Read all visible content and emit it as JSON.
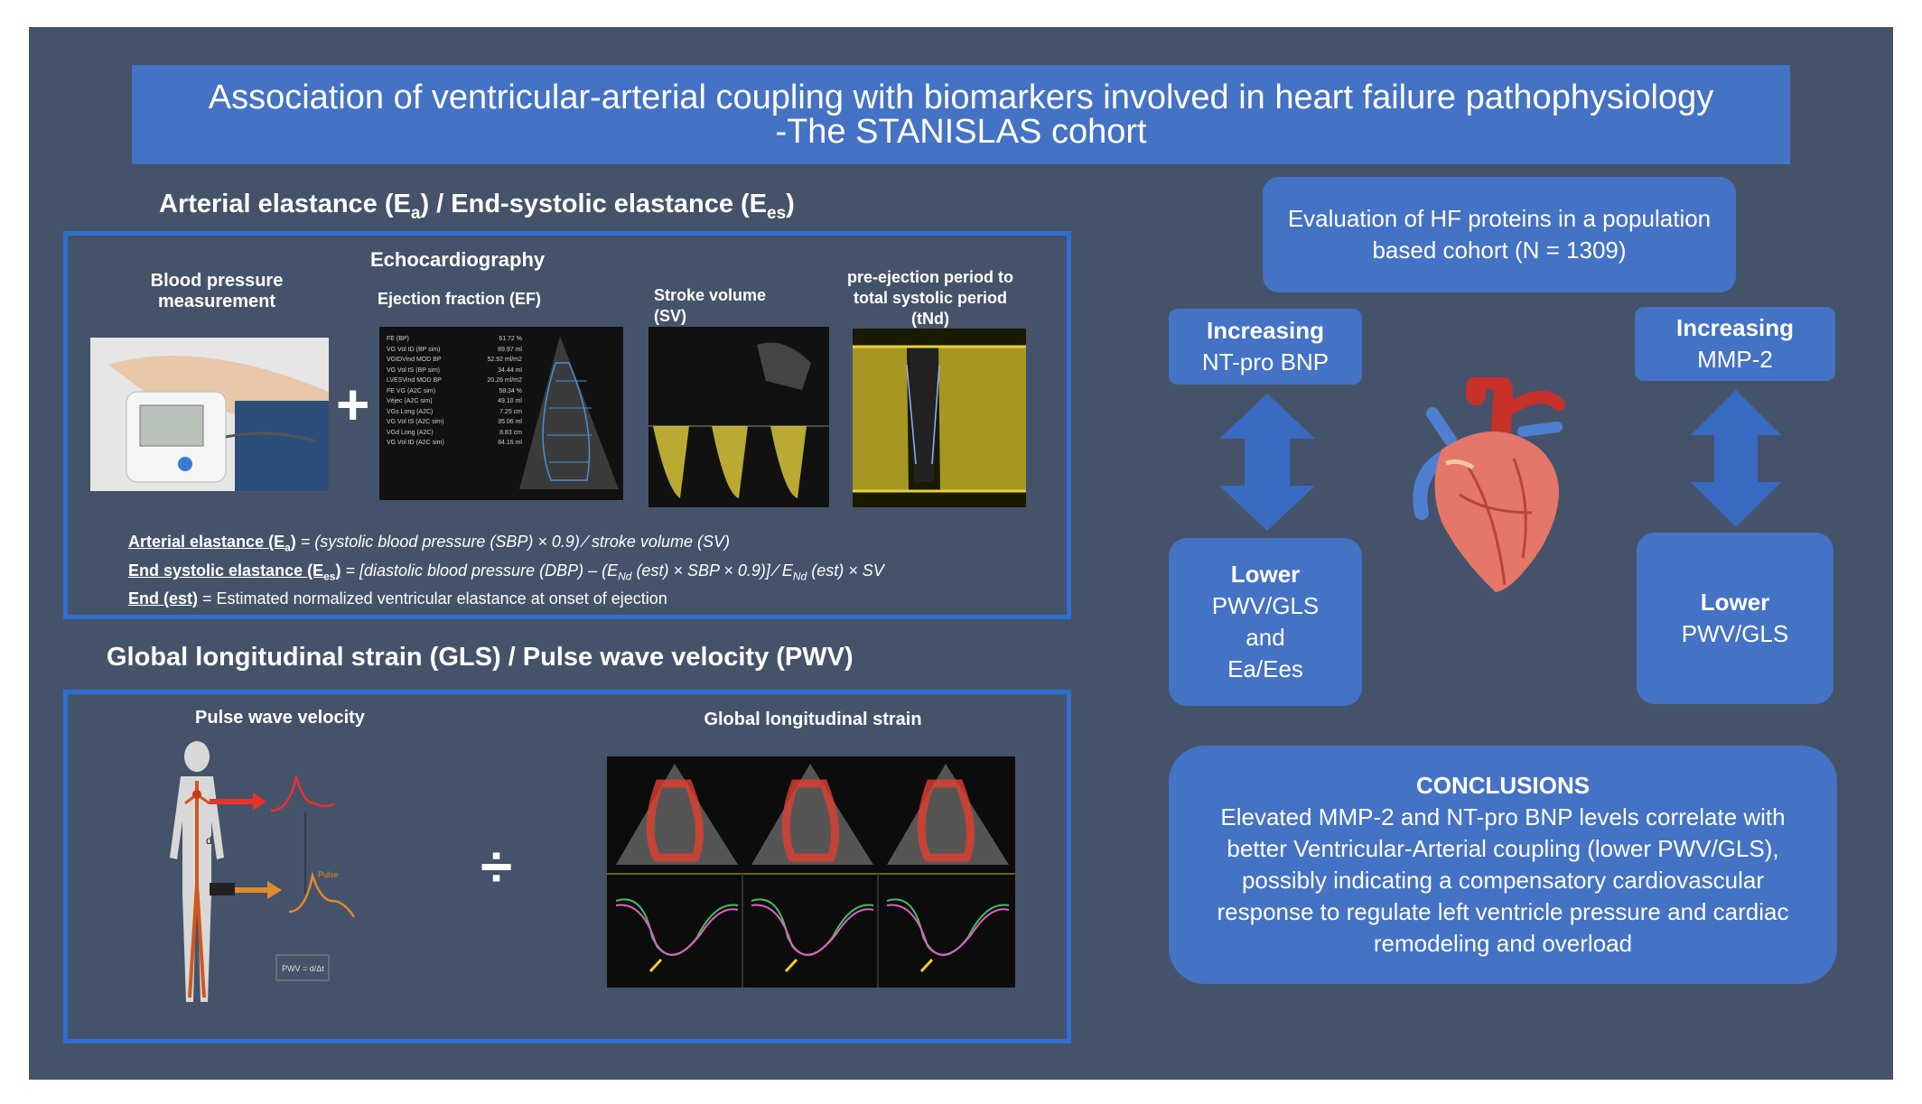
{
  "title": {
    "line1": "Association of ventricular-arterial coupling with biomarkers involved in heart failure pathophysiology",
    "line2": "-The STANISLAS cohort"
  },
  "section1": {
    "heading_part1": "Arterial elastance (E",
    "heading_sub1": "a",
    "heading_part2": ") / End-systolic elastance (E",
    "heading_sub2": "es",
    "heading_part3": ")",
    "bp_label": "Blood pressure measurement",
    "echo_label": "Echocardiography",
    "ef_label": "Ejection fraction (EF)",
    "sv_label": "Stroke volume (SV)",
    "tnd_label": "pre-ejection period to total systolic period (tNd)",
    "plus_symbol": "+"
  },
  "echo_table": [
    [
      "FE (BP)",
      "61.72 %"
    ],
    [
      "VG Vol tD (BP sim)",
      "89.97 ml"
    ],
    [
      "VGtDVind MOD BP",
      "52.92 ml/m2"
    ],
    [
      "VG Vol tS (BP sim)",
      "34.44 ml"
    ],
    [
      "LVESVind MOD BP",
      "20.26 ml/m2"
    ],
    [
      "FE VG (A2C sim)",
      "58.34 %"
    ],
    [
      "Véjec (A2C sim)",
      "49.10 ml"
    ],
    [
      "VGs Long (A2C)",
      "7.25 cm"
    ],
    [
      "VG Vol tS (A2C sim)",
      "35.06 ml"
    ],
    [
      "VGd Long (A2C)",
      "8.83 cm"
    ],
    [
      "VG Vol tD (A2C sim)",
      "84.16 ml"
    ]
  ],
  "formulas": {
    "ea_label": "Arterial elastance (E",
    "ea_sub": "a",
    "ea_label_end": ")",
    "ea_text": " = (systolic blood pressure (SBP) × 0.9) ⁄ stroke volume (SV)",
    "ees_label": "End systolic elastance (E",
    "ees_sub": "es",
    "ees_label_end": ")",
    "ees_text_a": " = [diastolic blood pressure (DBP) – (E",
    "ees_text_b": " (est) × SBP × 0.9)] ⁄ E",
    "ees_text_c": " (est) × SV",
    "nd_sub": "Nd",
    "end_label": "End (est)",
    "end_text": " = Estimated normalized ventricular elastance at onset of ejection"
  },
  "section2": {
    "heading": "Global longitudinal strain (GLS)  / Pulse wave velocity (PWV)",
    "pwv_label": "Pulse wave velocity",
    "gls_label": "Global longitudinal strain",
    "divide_symbol": "÷",
    "pwv_formula": "PWV = d/Δt",
    "pulse_text": "Pulse",
    "d_text": "d"
  },
  "right": {
    "evaluation": "Evaluation of HF proteins in a population based cohort (N = 1309)",
    "left_top_line1": "Increasing",
    "left_top_line2": "NT-pro BNP",
    "right_top_line1": "Increasing",
    "right_top_line2": "MMP-2",
    "left_bottom_line1": "Lower",
    "left_bottom_line2": "PWV/GLS",
    "left_bottom_line3": "and",
    "left_bottom_line4": "Ea/Ees",
    "right_bottom_line1": "Lower",
    "right_bottom_line2": "PWV/GLS",
    "conclusions_title": "CONCLUSIONS",
    "conclusions_text": "Elevated MMP-2 and NT-pro BNP levels correlate with better Ventricular-Arterial coupling (lower PWV/GLS), possibly indicating a compensatory cardiovascular response to regulate left ventricle pressure and cardiac remodeling and overload"
  },
  "colors": {
    "background": "#45536a",
    "box_blue": "#4472c4",
    "frame_blue": "#2e6fd0",
    "echo_yellow": "#e8d23a"
  }
}
